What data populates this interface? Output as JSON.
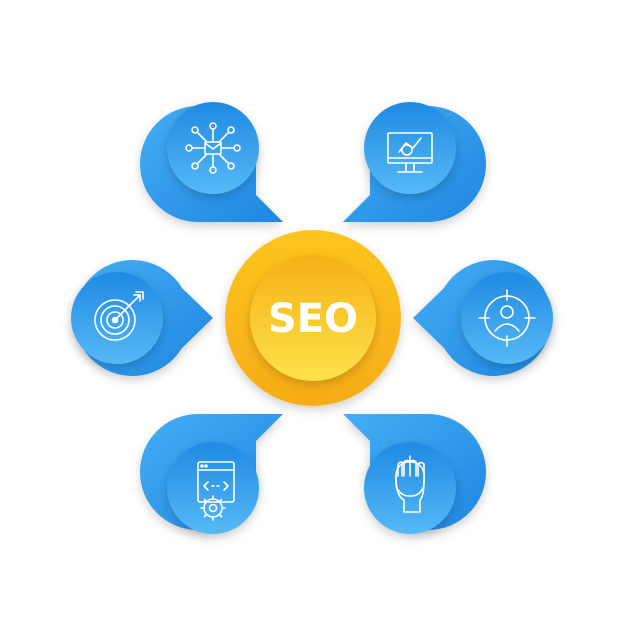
{
  "center": {
    "label": "SEO",
    "color_outer": "#f9b91b",
    "color_inner": "#fbd22c"
  },
  "petal_color": "#2a93e8",
  "petal_color_light": "#4eaef4",
  "petals": [
    {
      "id": "network",
      "icon": "network-email-icon"
    },
    {
      "id": "analytics",
      "icon": "monitor-analytics-icon"
    },
    {
      "id": "target",
      "icon": "target-arrow-icon"
    },
    {
      "id": "audience",
      "icon": "user-target-icon"
    },
    {
      "id": "web-settings",
      "icon": "browser-code-gear-icon"
    },
    {
      "id": "click",
      "icon": "hand-mouse-icon"
    }
  ]
}
